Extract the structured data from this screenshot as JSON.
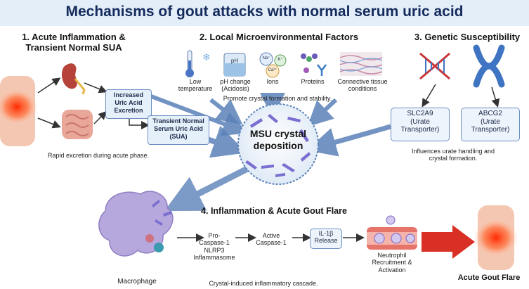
{
  "title": "Mechanisms of gout attacks with normal serum uric acid",
  "section1": {
    "title_line1": "1. Acute Inflammation &",
    "title_line2": "Transient Normal SUA",
    "box_excretion": [
      "Increased",
      "Uric Acid",
      "Excretion"
    ],
    "box_transient": [
      "Transient Normal",
      "Serum Uric Acid",
      "(SUA)"
    ],
    "caption": "Rapid excretion during acute phase."
  },
  "section2": {
    "title": "2. Local Microenvironmental Factors",
    "factors": [
      {
        "label": [
          "Low",
          "temperature"
        ],
        "icon": "thermometer-icon"
      },
      {
        "label": [
          "pH change",
          "(Acidosis)"
        ],
        "icon": "beaker-icon",
        "icon_text": "pH"
      },
      {
        "label": [
          "Ions"
        ],
        "icon": "ions-icon",
        "ions": [
          "Na⁺",
          "K⁺",
          "Ca²⁺"
        ]
      },
      {
        "label": [
          "Proteins"
        ],
        "icon": "proteins-icon"
      },
      {
        "label": [
          "Connective tissue",
          "conditions"
        ],
        "icon": "connective-tissue-icon"
      }
    ],
    "caption": "Promote crystal formation and stability."
  },
  "section3": {
    "title": "3. Genetic Susceptibility",
    "gene1": [
      "SLC2A9",
      "(Urate",
      "Transporter)"
    ],
    "gene2": [
      "ABCG2",
      "(Urate",
      "Transporter)"
    ],
    "caption": [
      "Influences urate handling and",
      "crystal formation."
    ]
  },
  "center": {
    "label": [
      "MSU crystal",
      "deposition"
    ]
  },
  "section4": {
    "title": "4. Inflammation & Acute Gout Flare",
    "macrophage": "Macrophage",
    "procaspase": [
      "Pro-",
      "Caspase-1"
    ],
    "nlrp3": [
      "NLRP3",
      "Inflammasome"
    ],
    "active_caspase": [
      "Active",
      "Caspase-1"
    ],
    "il1b": [
      "IL-1β",
      "Release"
    ],
    "neutrophil": [
      "Neutrophil",
      "Recruitment &",
      "Activation"
    ],
    "caption": "Crystal-induced inflammatory cascade.",
    "flare": "Acute Gout Flare"
  },
  "colors": {
    "title": "#142b5c",
    "box_border": "#6b8fc2",
    "arrow": "#5b82b8",
    "red": "#d93025"
  }
}
